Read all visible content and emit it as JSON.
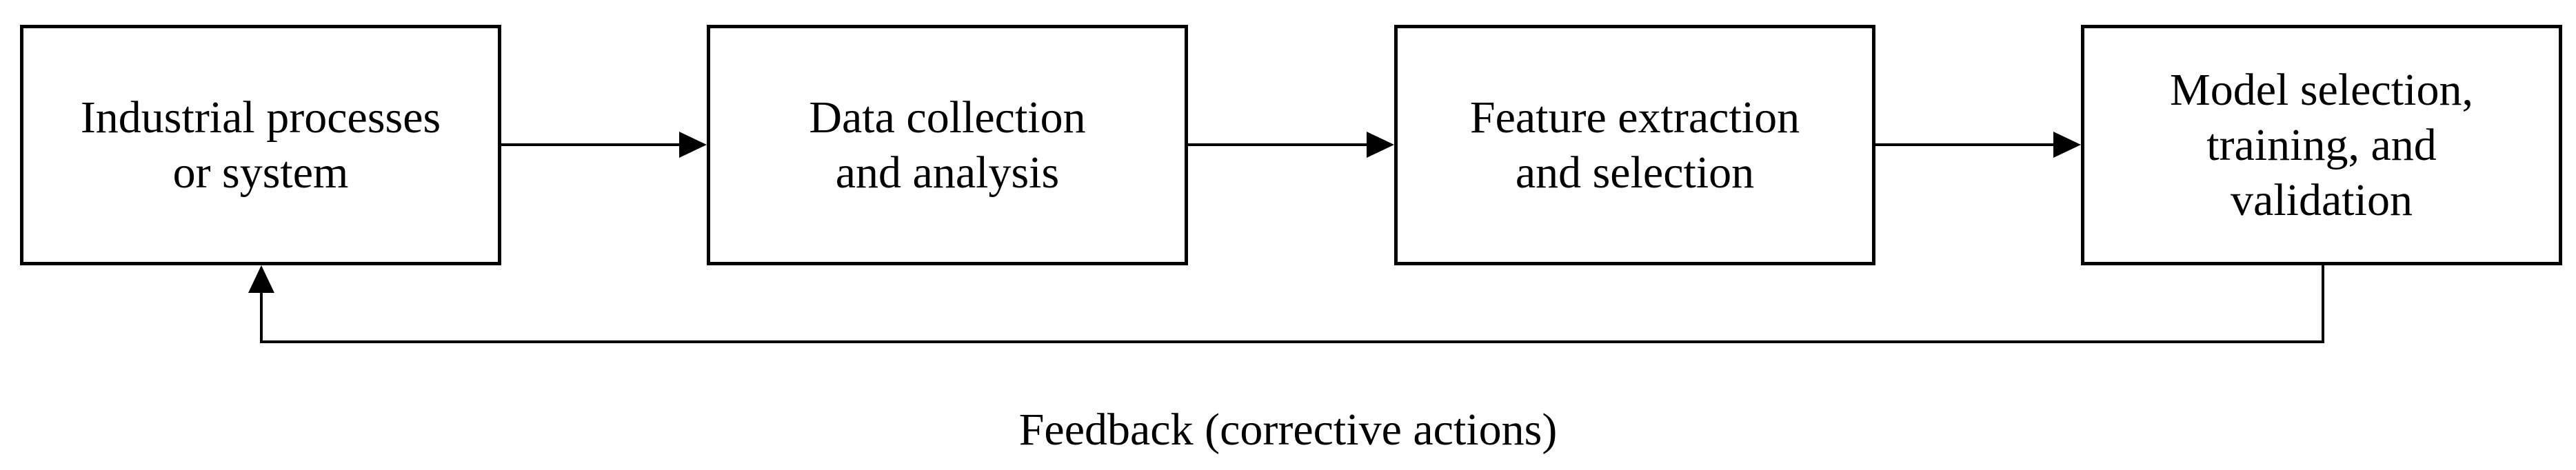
{
  "diagram": {
    "nodes": [
      {
        "id": "industrial-processes",
        "label": "Industrial processes\nor system"
      },
      {
        "id": "data-collection",
        "label": "Data collection\nand analysis"
      },
      {
        "id": "feature-extraction",
        "label": "Feature extraction\nand selection"
      },
      {
        "id": "model-selection",
        "label": "Model selection,\ntraining, and\nvalidation"
      }
    ],
    "edges": [
      {
        "from": "industrial-processes",
        "to": "data-collection"
      },
      {
        "from": "data-collection",
        "to": "feature-extraction"
      },
      {
        "from": "feature-extraction",
        "to": "model-selection"
      },
      {
        "from": "model-selection",
        "to": "industrial-processes",
        "label": "Feedback (corrective actions)"
      }
    ],
    "feedback_label": "Feedback (corrective actions)",
    "line_color": "#000000"
  }
}
